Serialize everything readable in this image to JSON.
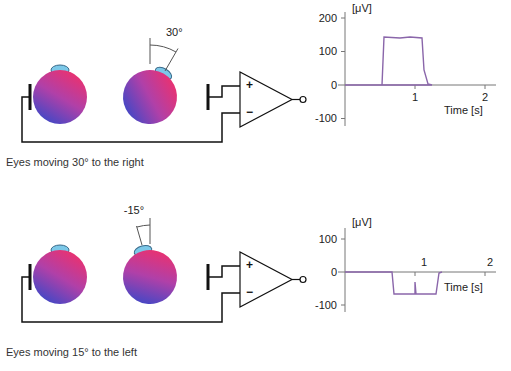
{
  "diagram": {
    "labels": [
      "30°",
      "+",
      "−",
      "[μV]",
      "200",
      "100",
      "0",
      "-100",
      "1",
      "2",
      "Time [s]",
      "Eyes moving 30° to the right",
      "-15°",
      "+",
      "−",
      "[μV]",
      "100",
      "0",
      "-100",
      "1",
      "2",
      "Time [s]",
      "Eyes moving 15° to the left"
    ]
  }
}
